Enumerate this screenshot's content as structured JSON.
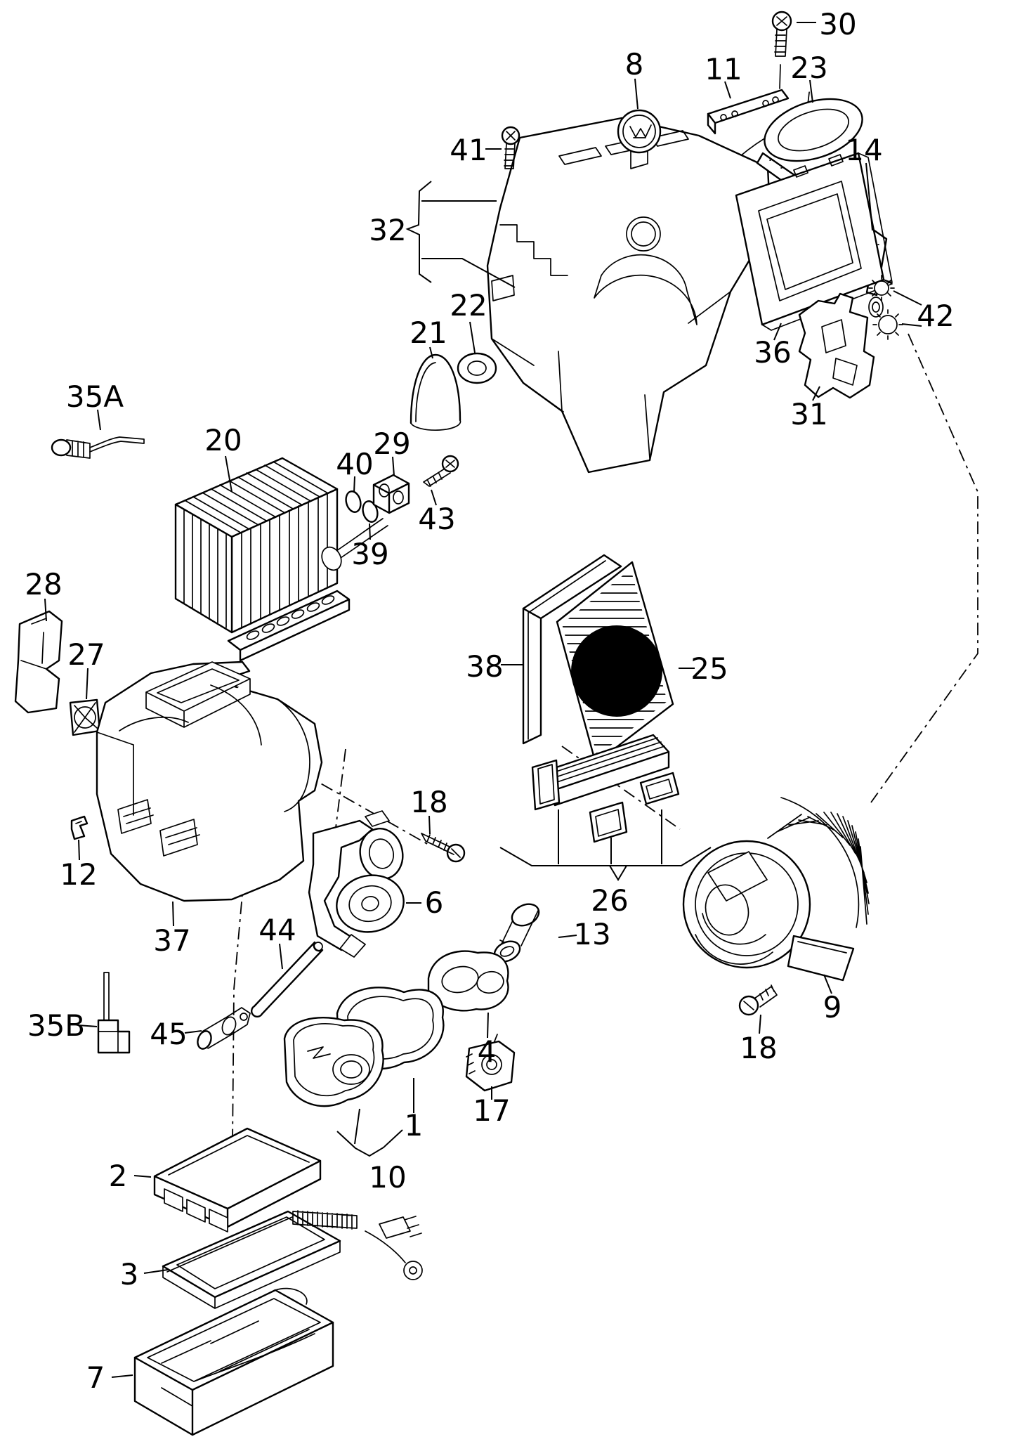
{
  "diagram": {
    "kind": "exploded-parts-diagram",
    "line_color": "#000000",
    "background_color": "#ffffff",
    "filter_spot_color": "#000000"
  },
  "callouts": [
    {
      "id": "30",
      "text": "30"
    },
    {
      "id": "8",
      "text": "8"
    },
    {
      "id": "11",
      "text": "11"
    },
    {
      "id": "23",
      "text": "23"
    },
    {
      "id": "14",
      "text": "14"
    },
    {
      "id": "41",
      "text": "41"
    },
    {
      "id": "32",
      "text": "32"
    },
    {
      "id": "22",
      "text": "22"
    },
    {
      "id": "21",
      "text": "21"
    },
    {
      "id": "36",
      "text": "36"
    },
    {
      "id": "42",
      "text": "42"
    },
    {
      "id": "31",
      "text": "31"
    },
    {
      "id": "35A",
      "text": "35A"
    },
    {
      "id": "20",
      "text": "20"
    },
    {
      "id": "40",
      "text": "40"
    },
    {
      "id": "29",
      "text": "29"
    },
    {
      "id": "43",
      "text": "43"
    },
    {
      "id": "39",
      "text": "39"
    },
    {
      "id": "28",
      "text": "28"
    },
    {
      "id": "27",
      "text": "27"
    },
    {
      "id": "38",
      "text": "38"
    },
    {
      "id": "25",
      "text": "25"
    },
    {
      "id": "26",
      "text": "26"
    },
    {
      "id": "12",
      "text": "12"
    },
    {
      "id": "37",
      "text": "37"
    },
    {
      "id": "18a",
      "text": "18"
    },
    {
      "id": "6",
      "text": "6"
    },
    {
      "id": "44",
      "text": "44"
    },
    {
      "id": "13",
      "text": "13"
    },
    {
      "id": "45",
      "text": "45"
    },
    {
      "id": "35B",
      "text": "35B"
    },
    {
      "id": "4",
      "text": "4"
    },
    {
      "id": "1",
      "text": "1"
    },
    {
      "id": "10",
      "text": "10"
    },
    {
      "id": "2",
      "text": "2"
    },
    {
      "id": "3",
      "text": "3"
    },
    {
      "id": "17",
      "text": "17"
    },
    {
      "id": "7",
      "text": "7"
    },
    {
      "id": "9",
      "text": "9"
    },
    {
      "id": "18b",
      "text": "18"
    }
  ]
}
